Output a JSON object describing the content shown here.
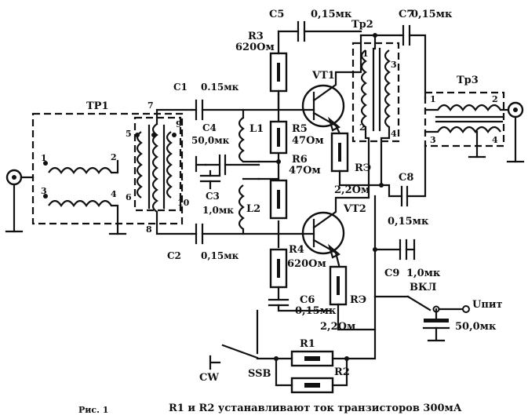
{
  "components": {
    "c5": {
      "ref": "C5",
      "value": "0,15мк"
    },
    "c7": {
      "ref": "C7",
      "value": "0,15мк"
    },
    "tp2": {
      "ref": "Tp2"
    },
    "r3": {
      "ref": "R3",
      "value": "620Ом"
    },
    "vt1": {
      "ref": "VT1"
    },
    "c1": {
      "ref": "C1",
      "value": "0.15мк"
    },
    "tp1": {
      "ref": "TP1"
    },
    "tp3": {
      "ref": "Tp3"
    },
    "c4": {
      "ref": "C4",
      "value": "50,0мк"
    },
    "l1": {
      "ref": "L1"
    },
    "r5": {
      "ref": "R5",
      "value": "47Ом"
    },
    "r6": {
      "ref": "R6",
      "value": "47Ом"
    },
    "re1": {
      "ref": "RЭ",
      "value": "2,2Ом"
    },
    "c3": {
      "ref": "C3",
      "value": "1,0мк"
    },
    "l2": {
      "ref": "L2"
    },
    "vt2": {
      "ref": "VT2"
    },
    "c8": {
      "ref": "C8",
      "value": "0,15мк"
    },
    "c2": {
      "ref": "C2",
      "value": "0,15мк"
    },
    "r4": {
      "ref": "R4",
      "value": "620Ом"
    },
    "c9": {
      "ref": "C9",
      "value": "1,0мк"
    },
    "switch": {
      "ref": "ВКЛ"
    },
    "c6": {
      "ref": "C6",
      "value": "0,15мк"
    },
    "re2": {
      "ref": "RЭ",
      "value": "2,2Ом"
    },
    "supply": {
      "label": "Uпит",
      "value": "50,0мк"
    },
    "r1": {
      "ref": "R1"
    },
    "r2": {
      "ref": "R2"
    },
    "cw": {
      "label": "CW"
    },
    "ssb": {
      "label": "SSB"
    }
  },
  "pins": {
    "tp1_1": "1",
    "tp1_2": "2",
    "tp1_3": "3",
    "tp1_4": "4",
    "tp1_5": "5",
    "tp1_6": "6",
    "tp1_7": "7",
    "tp1_8": "8",
    "tp1_9": "9",
    "tp1_10": "10",
    "tp2_1": "1",
    "tp2_2": "2",
    "tp2_3": "3",
    "tp2_4": "4",
    "tp3_1": "1",
    "tp3_2": "2",
    "tp3_3": "3",
    "tp3_4": "4"
  },
  "footer": {
    "figure": "Рис. 1",
    "note": "R1 и R2 устанавливают ток транзисторов 300мА"
  }
}
